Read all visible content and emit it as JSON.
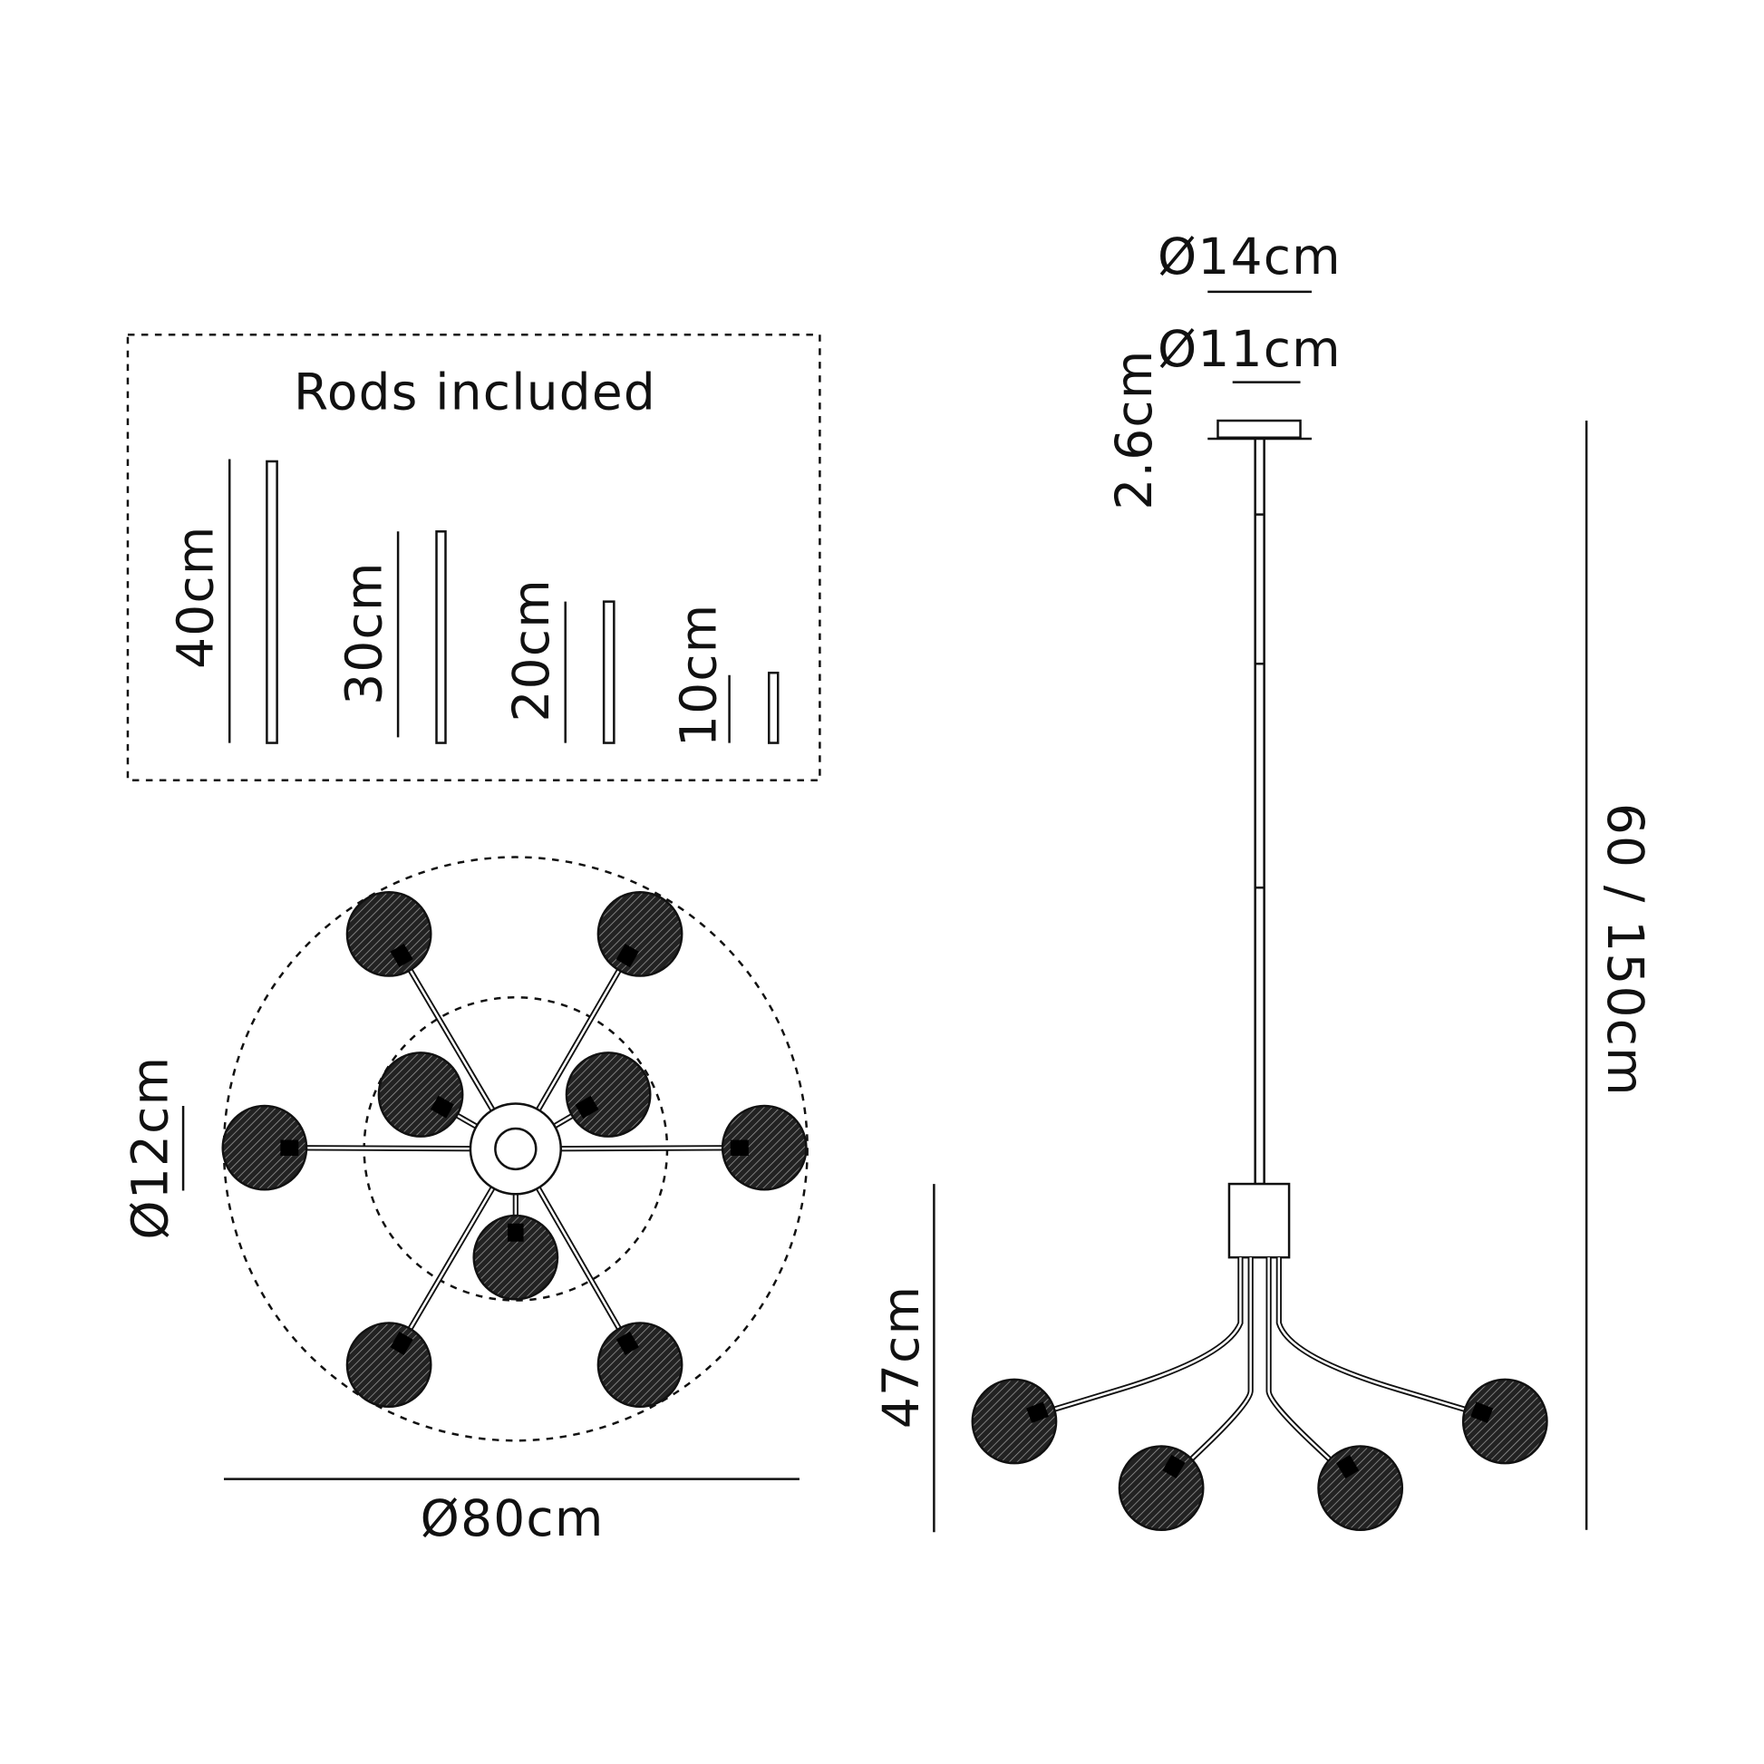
{
  "rods_box": {
    "title": "Rods included",
    "rods": [
      {
        "label": "40cm",
        "length_cm": 40
      },
      {
        "label": "30cm",
        "length_cm": 30
      },
      {
        "label": "20cm",
        "length_cm": 20
      },
      {
        "label": "10cm",
        "length_cm": 10
      }
    ]
  },
  "top_view": {
    "diameter_label": "Ø80cm",
    "shade_label": "Ø12cm"
  },
  "side_view": {
    "canopy_outer_label": "Ø14cm",
    "canopy_inner_label": "Ø11cm",
    "canopy_height_label": "2.6cm",
    "total_height_label": "60 / 150cm",
    "body_height_label": "47cm"
  },
  "colors": {
    "line": "#111111",
    "background": "#ffffff"
  }
}
